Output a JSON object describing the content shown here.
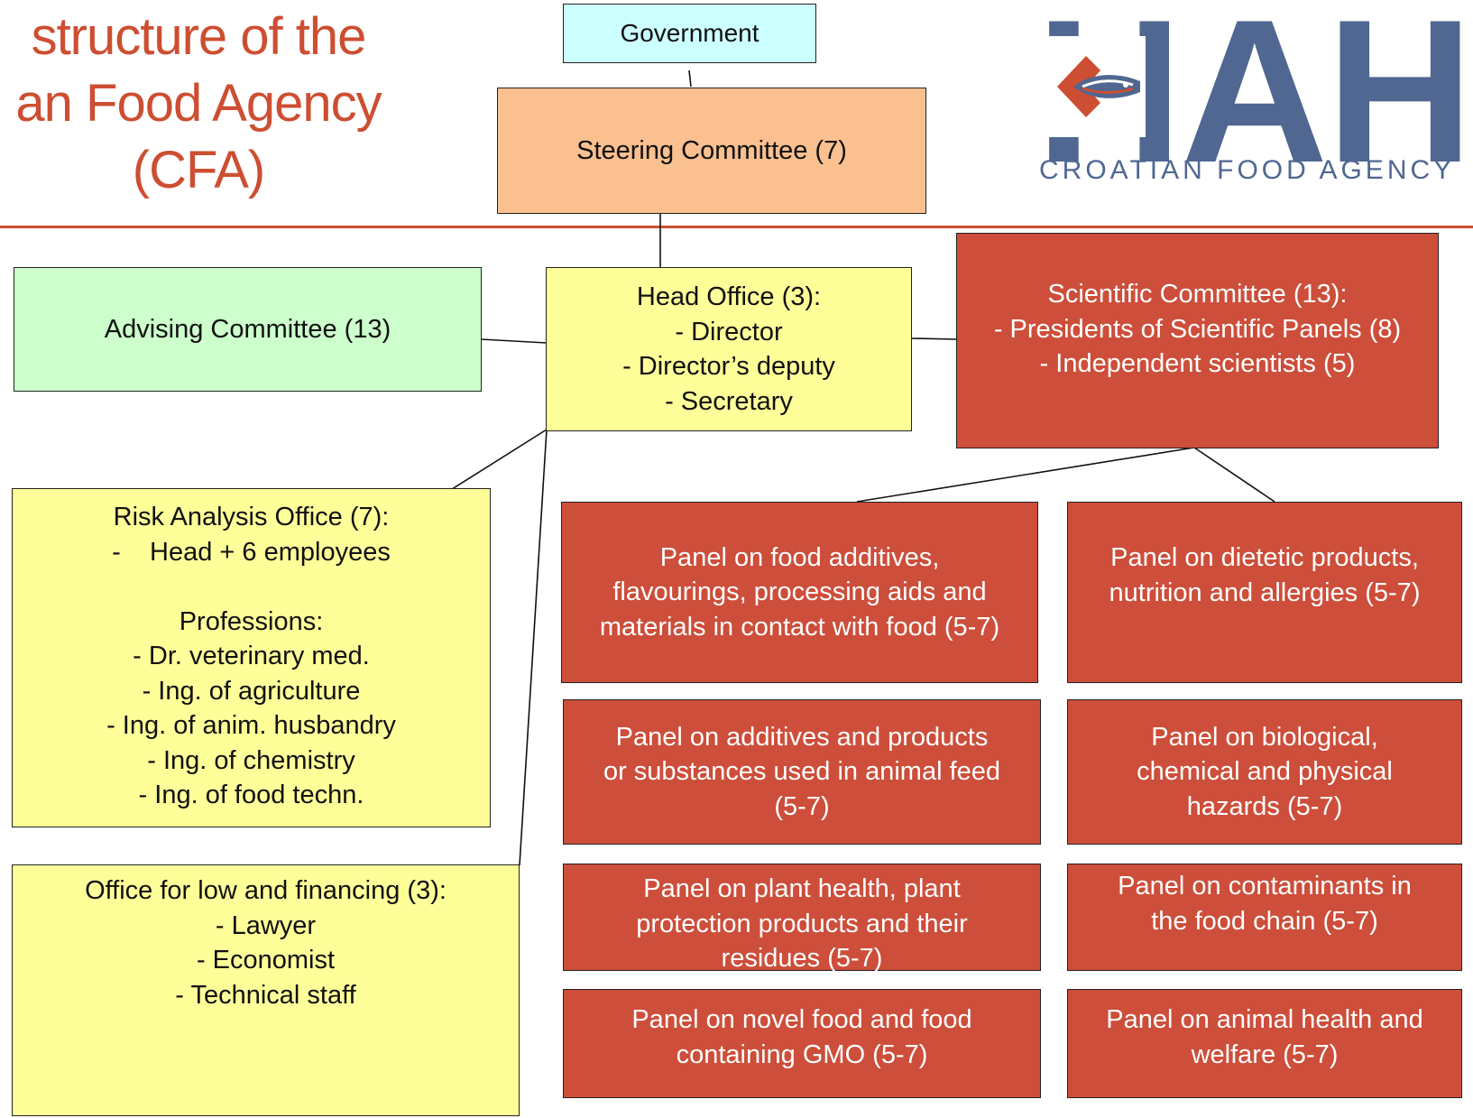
{
  "title": {
    "line1": "structure of the",
    "line2": "an Food Agency",
    "line3": "(CFA)"
  },
  "logo": {
    "letters": "HAH",
    "subtitle": "CROATIAN FOOD AGENCY"
  },
  "colors": {
    "accent": "#cd4e32",
    "logo_blue": "#4f6791",
    "panel_red": "#cd4e3a",
    "yellow": "#ffff99",
    "green": "#ccffcc",
    "orange": "#fac090",
    "cyan": "#ccffff"
  },
  "nodes": {
    "government": {
      "lines": [
        "Government"
      ]
    },
    "steering": {
      "lines": [
        "Steering Committee (7)"
      ]
    },
    "head_office": {
      "lines": [
        "Head Office (3):",
        "- Director",
        "- Director’s deputy",
        "- Secretary"
      ]
    },
    "advising": {
      "lines": [
        "Advising Committee (13)"
      ]
    },
    "scientific": {
      "lines": [
        "Scientific Committee (13):",
        "- Presidents of Scientific Panels (8)",
        "- Independent scientists (5)"
      ]
    },
    "risk": {
      "lines": [
        "Risk Analysis Office (7):",
        "-    Head + 6 employees",
        "",
        "Professions:",
        "- Dr. veterinary med.",
        "- Ing. of agriculture",
        "- Ing. of anim. husbandry",
        "- Ing. of chemistry",
        "- Ing. of food techn."
      ]
    },
    "finance": {
      "lines": [
        "Office for low and financing (3):",
        "- Lawyer",
        "- Economist",
        "- Technical staff"
      ]
    },
    "panel_additives": {
      "lines": [
        "Panel on food additives,",
        "flavourings, processing aids and",
        "materials in contact with food (5-7)"
      ]
    },
    "panel_dietetic": {
      "lines": [
        "Panel on dietetic products,",
        "nutrition and allergies (5-7)"
      ]
    },
    "panel_feed": {
      "lines": [
        "Panel on additives and products",
        "or substances used in animal feed",
        "(5-7)"
      ]
    },
    "panel_hazards": {
      "lines": [
        "Panel on biological,",
        "chemical and physical",
        "hazards (5-7)"
      ]
    },
    "panel_plant": {
      "lines": [
        "Panel on plant health, plant",
        "protection products and their",
        "residues (5-7)"
      ]
    },
    "panel_contaminants": {
      "lines": [
        "Panel on contaminants in",
        "the food chain (5-7)"
      ]
    },
    "panel_gmo": {
      "lines": [
        "Panel on novel food and food",
        "containing GMO (5-7)"
      ]
    },
    "panel_animal": {
      "lines": [
        "Panel on animal health and",
        "welfare (5-7)"
      ]
    }
  }
}
